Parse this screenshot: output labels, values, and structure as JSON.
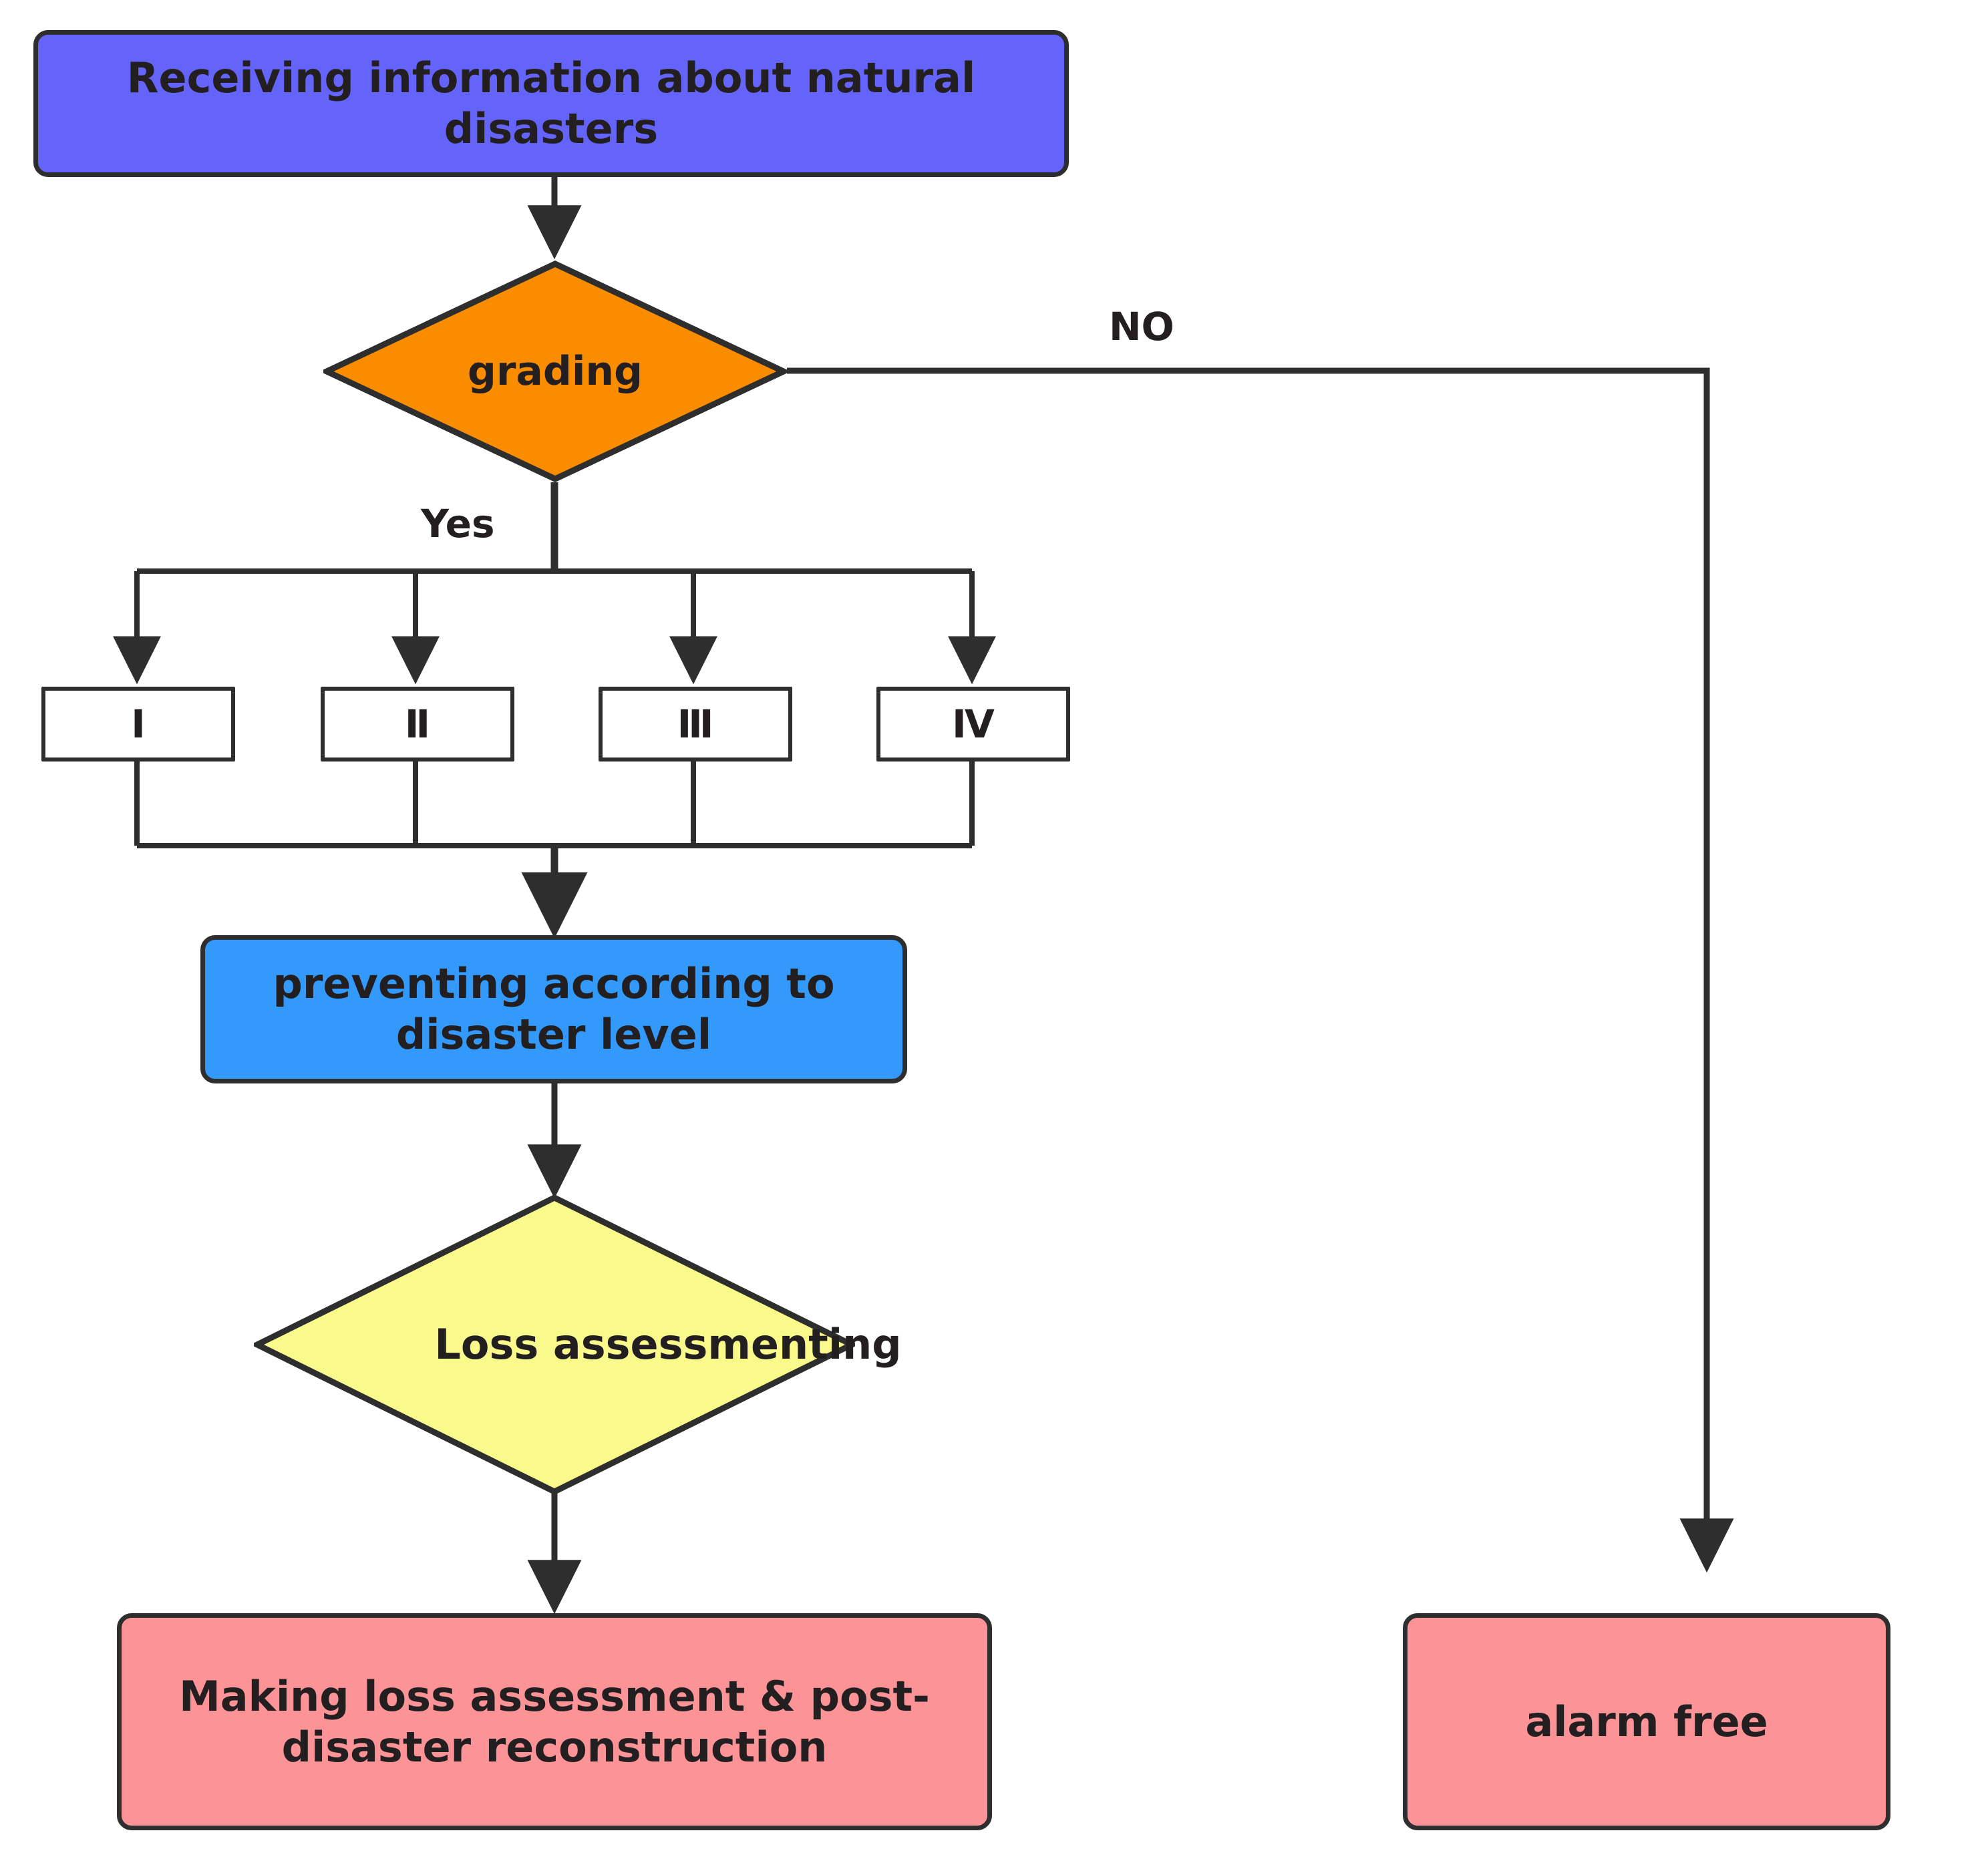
{
  "diagram": {
    "title": "Natural disaster response flowchart",
    "background": "#ffffff",
    "palette": {
      "start_fill": "#6464fa",
      "decision_fill": "#fa8c00",
      "process_fill": "#3399fb",
      "assess_fill": "#fafa8c",
      "end_fill": "#fc9396",
      "level_fill": "#ffffff",
      "stroke": "#2e2e2e",
      "text": "#231f20"
    },
    "nodes": {
      "start": {
        "label": "Receiving information about natural disasters",
        "shape": "rounded-rect",
        "fill": "#6464fa"
      },
      "grading": {
        "label": "grading",
        "shape": "diamond",
        "fill": "#fa8c00"
      },
      "level_1": {
        "label": "Ⅰ",
        "shape": "rect",
        "fill": "#ffffff"
      },
      "level_2": {
        "label": "Ⅱ",
        "shape": "rect",
        "fill": "#ffffff"
      },
      "level_3": {
        "label": "Ⅲ",
        "shape": "rect",
        "fill": "#ffffff"
      },
      "level_4": {
        "label": "Ⅳ",
        "shape": "rect",
        "fill": "#ffffff"
      },
      "preventing": {
        "label": "preventing according to disaster level",
        "shape": "rounded-rect",
        "fill": "#3399fb"
      },
      "loss_assessing": {
        "label": "Loss assessmenting",
        "shape": "diamond",
        "fill": "#fafa8c"
      },
      "reconstruction": {
        "label": "Making loss assessment & post-disaster reconstruction",
        "shape": "rounded-rect",
        "fill": "#fc9396"
      },
      "alarm_free": {
        "label": "alarm free",
        "shape": "rounded-rect",
        "fill": "#fc9396"
      }
    },
    "edge_labels": {
      "no_branch": "NO",
      "yes_branch": "Yes"
    },
    "levels": [
      {
        "key": "level_1",
        "label": "Ⅰ"
      },
      {
        "key": "level_2",
        "label": "Ⅱ"
      },
      {
        "key": "level_3",
        "label": "Ⅲ"
      },
      {
        "key": "level_4",
        "label": "Ⅳ"
      }
    ],
    "flow": [
      {
        "from": "start",
        "to": "grading",
        "label": ""
      },
      {
        "from": "grading",
        "to": "alarm_free",
        "label": "NO"
      },
      {
        "from": "grading",
        "to": "levels",
        "label": "Yes"
      },
      {
        "from": "levels",
        "to": "preventing",
        "label": ""
      },
      {
        "from": "preventing",
        "to": "loss_assessing",
        "label": ""
      },
      {
        "from": "loss_assessing",
        "to": "reconstruction",
        "label": ""
      }
    ]
  }
}
